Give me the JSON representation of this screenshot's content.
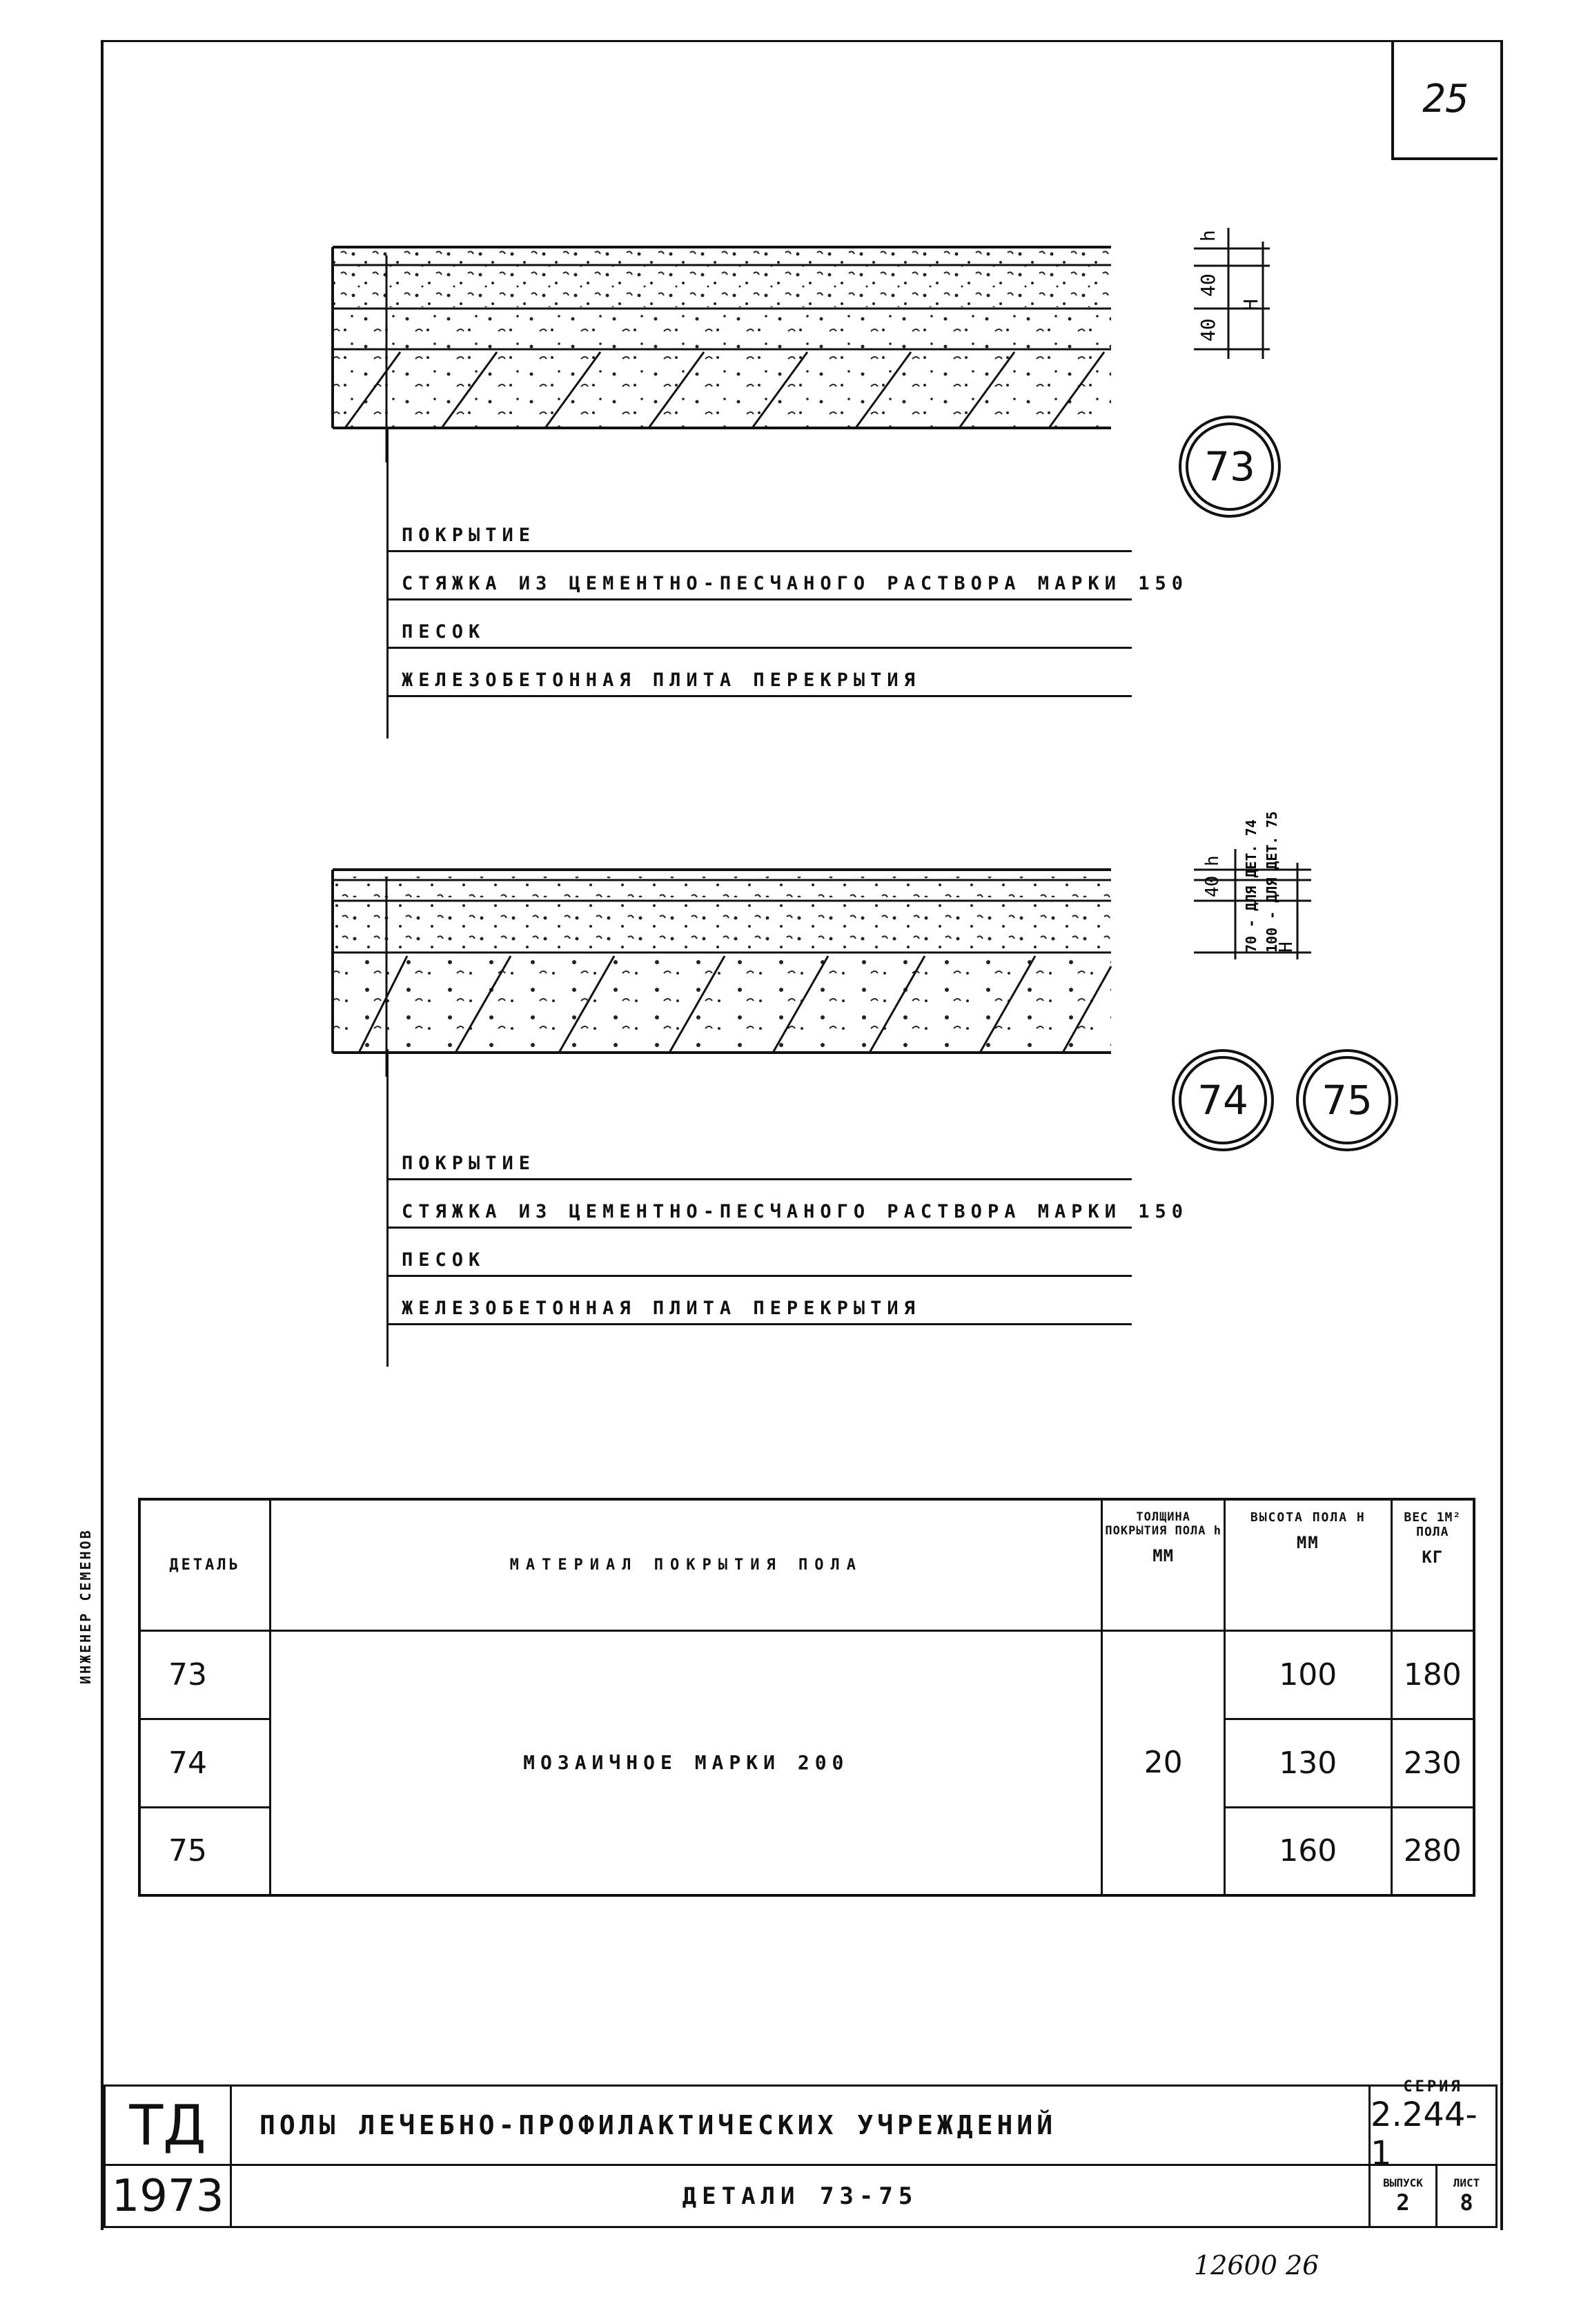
{
  "sheet_number": "25",
  "detail_73": {
    "label": "73",
    "dimensions": {
      "h": "h",
      "layer1": "40",
      "layer2": "40",
      "total": "H"
    },
    "layers": [
      "ПОКРЫТИЕ",
      "СТЯЖКА ИЗ ЦЕМЕНТНО-ПЕСЧАНОГО РАСТВОРА МАРКИ 150",
      "ПЕСОК",
      "ЖЕЛЕЗОБЕТОННАЯ ПЛИТА ПЕРЕКРЫТИЯ"
    ]
  },
  "detail_74_75": {
    "labels": [
      "74",
      "75"
    ],
    "dimensions": {
      "h": "h",
      "layer1": "40",
      "sand_74": "70 - ДЛЯ ДЕТ. 74",
      "sand_75": "100 - ДЛЯ ДЕТ. 75",
      "total": "H"
    },
    "layers": [
      "ПОКРЫТИЕ",
      "СТЯЖКА ИЗ ЦЕМЕНТНО-ПЕСЧАНОГО РАСТВОРА МАРКИ 150",
      "ПЕСОК",
      "ЖЕЛЕЗОБЕТОННАЯ ПЛИТА ПЕРЕКРЫТИЯ"
    ]
  },
  "table": {
    "headers": {
      "detail": "ДЕТАЛЬ",
      "material": "МАТЕРИАЛ ПОКРЫТИЯ ПОЛА",
      "thickness": "ТОЛЩИНА ПОКРЫТИЯ ПОЛА h",
      "thickness_unit": "ММ",
      "height": "ВЫСОТА ПОЛА H",
      "height_unit": "ММ",
      "weight": "ВЕС 1М² ПОЛА",
      "weight_unit": "КГ"
    },
    "material": "МОЗАИЧНОЕ МАРКИ 200",
    "thickness": "20",
    "rows": [
      {
        "detail": "73",
        "height": "100",
        "weight": "180"
      },
      {
        "detail": "74",
        "height": "130",
        "weight": "230"
      },
      {
        "detail": "75",
        "height": "160",
        "weight": "280"
      }
    ]
  },
  "title_block": {
    "org": "ТД",
    "year": "1973",
    "title": "ПОЛЫ ЛЕЧЕБНО-ПРОФИЛАКТИЧЕСКИХ УЧРЕЖДЕНИЙ",
    "subtitle": "ДЕТАЛИ 73-75",
    "series_label": "СЕРИЯ",
    "series": "2.244-1",
    "issue_label": "ВЫПУСК",
    "issue": "2",
    "sheet_label": "ЛИСТ",
    "sheet": "8"
  },
  "margin_text": "ИНЖЕНЕР СЕМЕНОВ",
  "bottom_note": "12600 26"
}
